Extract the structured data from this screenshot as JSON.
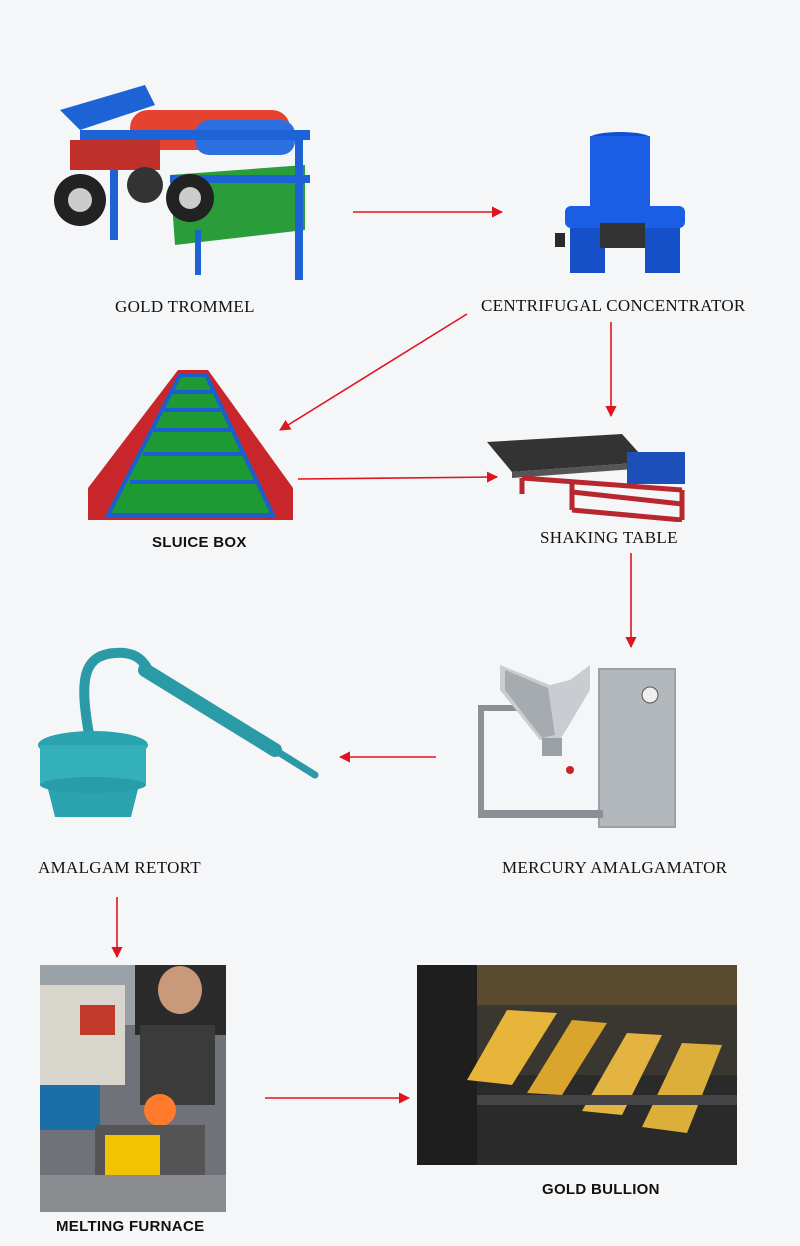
{
  "diagram": {
    "nodes": [
      {
        "id": "trommel",
        "label": "GOLD TROMMEL",
        "icon": "trommel-machine-image"
      },
      {
        "id": "concentrator",
        "label": "CENTRIFUGAL CONCENTRATOR",
        "icon": "centrifugal-concentrator-image"
      },
      {
        "id": "sluice",
        "label": "SLUICE BOX",
        "icon": "sluice-box-image"
      },
      {
        "id": "table",
        "label": "SHAKING TABLE",
        "icon": "shaking-table-image"
      },
      {
        "id": "amalgamator",
        "label": "MERCURY AMALGAMATOR",
        "icon": "mercury-amalgamator-image"
      },
      {
        "id": "retort",
        "label": "AMALGAM RETORT",
        "icon": "amalgam-retort-image"
      },
      {
        "id": "furnace",
        "label": "MELTING FURNACE",
        "icon": "melting-furnace-photo"
      },
      {
        "id": "bullion",
        "label": "GOLD BULLION",
        "icon": "gold-bullion-photo"
      }
    ],
    "edges": [
      {
        "from": "trommel",
        "to": "concentrator"
      },
      {
        "from": "concentrator",
        "to": "sluice"
      },
      {
        "from": "concentrator",
        "to": "table"
      },
      {
        "from": "sluice",
        "to": "table"
      },
      {
        "from": "table",
        "to": "amalgamator"
      },
      {
        "from": "amalgamator",
        "to": "retort"
      },
      {
        "from": "retort",
        "to": "furnace"
      },
      {
        "from": "furnace",
        "to": "bullion"
      }
    ],
    "colors": {
      "arrow": "#e0141e",
      "background": "#f5f6f8"
    }
  }
}
